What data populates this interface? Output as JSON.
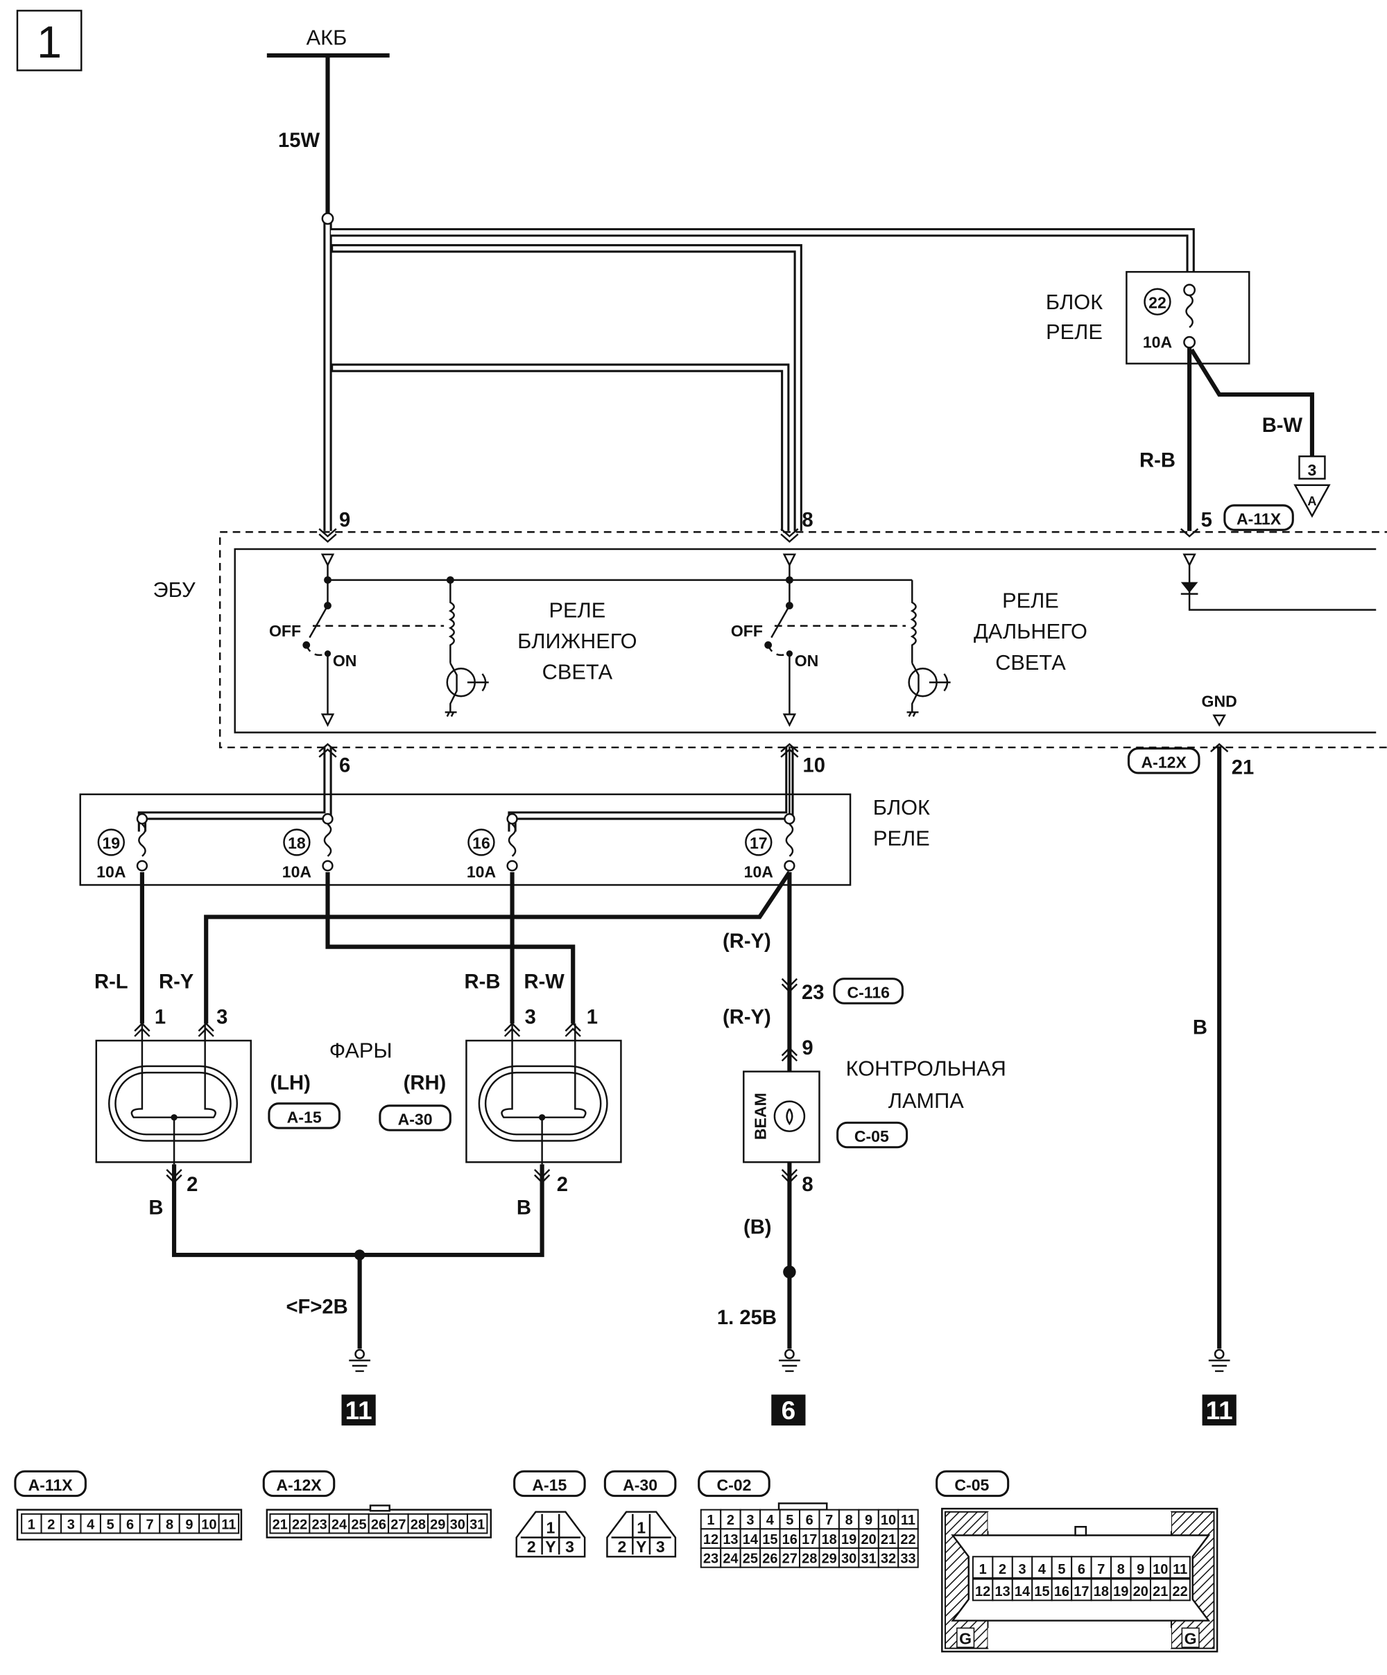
{
  "sheet_number": "1",
  "battery": {
    "label": "АКБ",
    "wire": "15W"
  },
  "relay_box_top": {
    "line1": "БЛОК",
    "line2": "РЕЛЕ",
    "fuse_number": "22",
    "fuse_rating": "10A"
  },
  "wires_top": {
    "r_b": "R-B",
    "b_w": "B-W",
    "ref_number": "3",
    "ref_letter": "A"
  },
  "ecu": {
    "label": "ЭБУ",
    "pin_9": "9",
    "pin_8": "8",
    "pin_5": "5",
    "connector_a11x": "A-11X",
    "low_beam_relay": [
      "РЕЛЕ",
      "БЛИЖНЕГО",
      "СВЕТА"
    ],
    "high_beam_relay": [
      "РЕЛЕ",
      "ДАЛЬНЕГО",
      "СВЕТА"
    ],
    "off": "OFF",
    "on": "ON",
    "gnd": "GND",
    "pin_6": "6",
    "pin_10": "10",
    "pin_21": "21",
    "connector_a12x": "A-12X"
  },
  "relay_box_bottom": {
    "line1": "БЛОК",
    "line2": "РЕЛЕ",
    "fuses": [
      {
        "number": "19",
        "rating": "10A"
      },
      {
        "number": "18",
        "rating": "10A"
      },
      {
        "number": "16",
        "rating": "10A"
      },
      {
        "number": "17",
        "rating": "10A"
      }
    ]
  },
  "headlamps": {
    "title": "ФАРЫ",
    "lh": {
      "side": "(LH)",
      "connector": "A-15",
      "wire_1": "R-L",
      "wire_3": "R-Y",
      "pin_1": "1",
      "pin_3": "3",
      "pin_2": "2",
      "ground_wire": "B"
    },
    "rh": {
      "side": "(RH)",
      "connector": "A-30",
      "wire_3": "R-B",
      "wire_1": "R-W",
      "pin_3": "3",
      "pin_1": "1",
      "pin_2": "2",
      "ground_wire": "B"
    },
    "ground_label": "<F>2B",
    "ground_point": "11"
  },
  "indicator": {
    "wire_top": "(R-Y)",
    "pin_23": "23",
    "connector_c116": "C-116",
    "wire_mid": "(R-Y)",
    "pin_9": "9",
    "lamp_text": "BEAM",
    "title_line1": "КОНТРОЛЬНАЯ",
    "title_line2": "ЛАМПА",
    "connector_c05": "C-05",
    "pin_8": "8",
    "wire_bottom": "(B)",
    "ground_wire": "1. 25B",
    "ground_point": "6"
  },
  "ecu_ground": {
    "wire": "B",
    "ground_point": "11"
  },
  "connectors": {
    "a11x": {
      "label": "A-11X",
      "pins": [
        "1",
        "2",
        "3",
        "4",
        "5",
        "6",
        "7",
        "8",
        "9",
        "10",
        "11"
      ]
    },
    "a12x": {
      "label": "A-12X",
      "pins": [
        "21",
        "22",
        "23",
        "24",
        "25",
        "26",
        "27",
        "28",
        "29",
        "30",
        "31"
      ]
    },
    "a15": {
      "label": "A-15",
      "pins": [
        "1",
        "2",
        "Y",
        "3"
      ]
    },
    "a30": {
      "label": "A-30",
      "pins": [
        "1",
        "2",
        "Y",
        "3"
      ]
    },
    "c02": {
      "label": "C-02",
      "rows": [
        [
          "1",
          "2",
          "3",
          "4",
          "5",
          "6",
          "7",
          "8",
          "9",
          "10",
          "11"
        ],
        [
          "12",
          "13",
          "14",
          "15",
          "16",
          "17",
          "18",
          "19",
          "20",
          "21",
          "22"
        ],
        [
          "23",
          "24",
          "25",
          "26",
          "27",
          "28",
          "29",
          "30",
          "31",
          "32",
          "33"
        ]
      ]
    },
    "c05": {
      "label": "C-05",
      "rows": [
        [
          "1",
          "2",
          "3",
          "4",
          "5",
          "6",
          "7",
          "8",
          "9",
          "10",
          "11"
        ],
        [
          "12",
          "13",
          "14",
          "15",
          "16",
          "17",
          "18",
          "19",
          "20",
          "21",
          "22"
        ]
      ],
      "guide": "G"
    }
  }
}
